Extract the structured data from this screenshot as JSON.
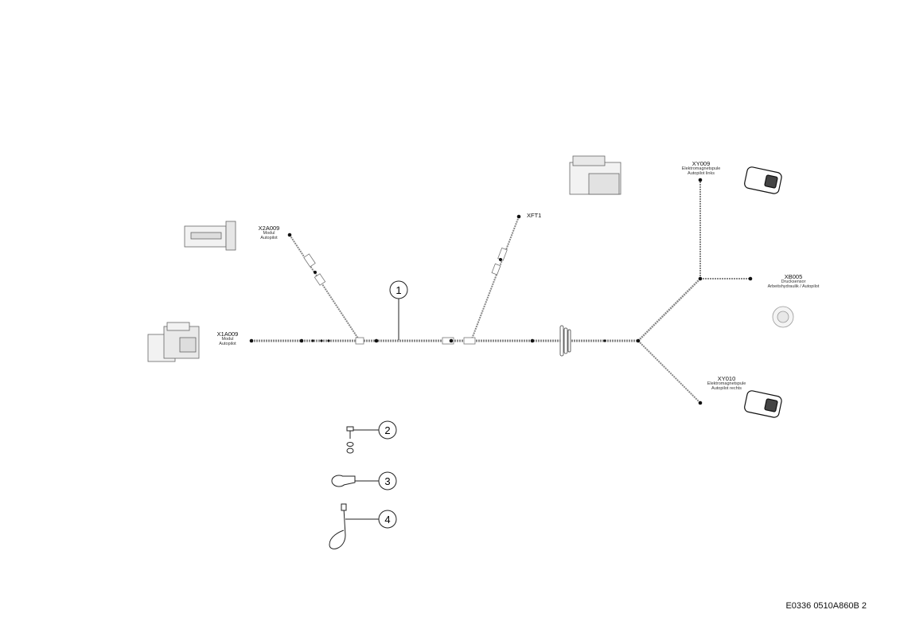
{
  "connectors": {
    "x1a009": {
      "code": "X1A009",
      "line1": "Modul",
      "line2": "Autopilot"
    },
    "x2a009": {
      "code": "X2A009",
      "line1": "Modul",
      "line2": "Autopilot"
    },
    "xft1": {
      "code": "XFT1"
    },
    "xy009": {
      "code": "XY009",
      "line1": "Elektromagnetspule",
      "line2": "Autopilot links"
    },
    "xb005": {
      "code": "XB005",
      "line1": "Drucksensor",
      "line2": "Arbeitshydraulik / Autopilot"
    },
    "xy010": {
      "code": "XY010",
      "line1": "Elektromagnetspule",
      "line2": "Autopilot rechts"
    }
  },
  "callouts": [
    "1",
    "2",
    "3",
    "4"
  ],
  "footer": {
    "drawing_id": "E0336 0510A860B 2"
  }
}
